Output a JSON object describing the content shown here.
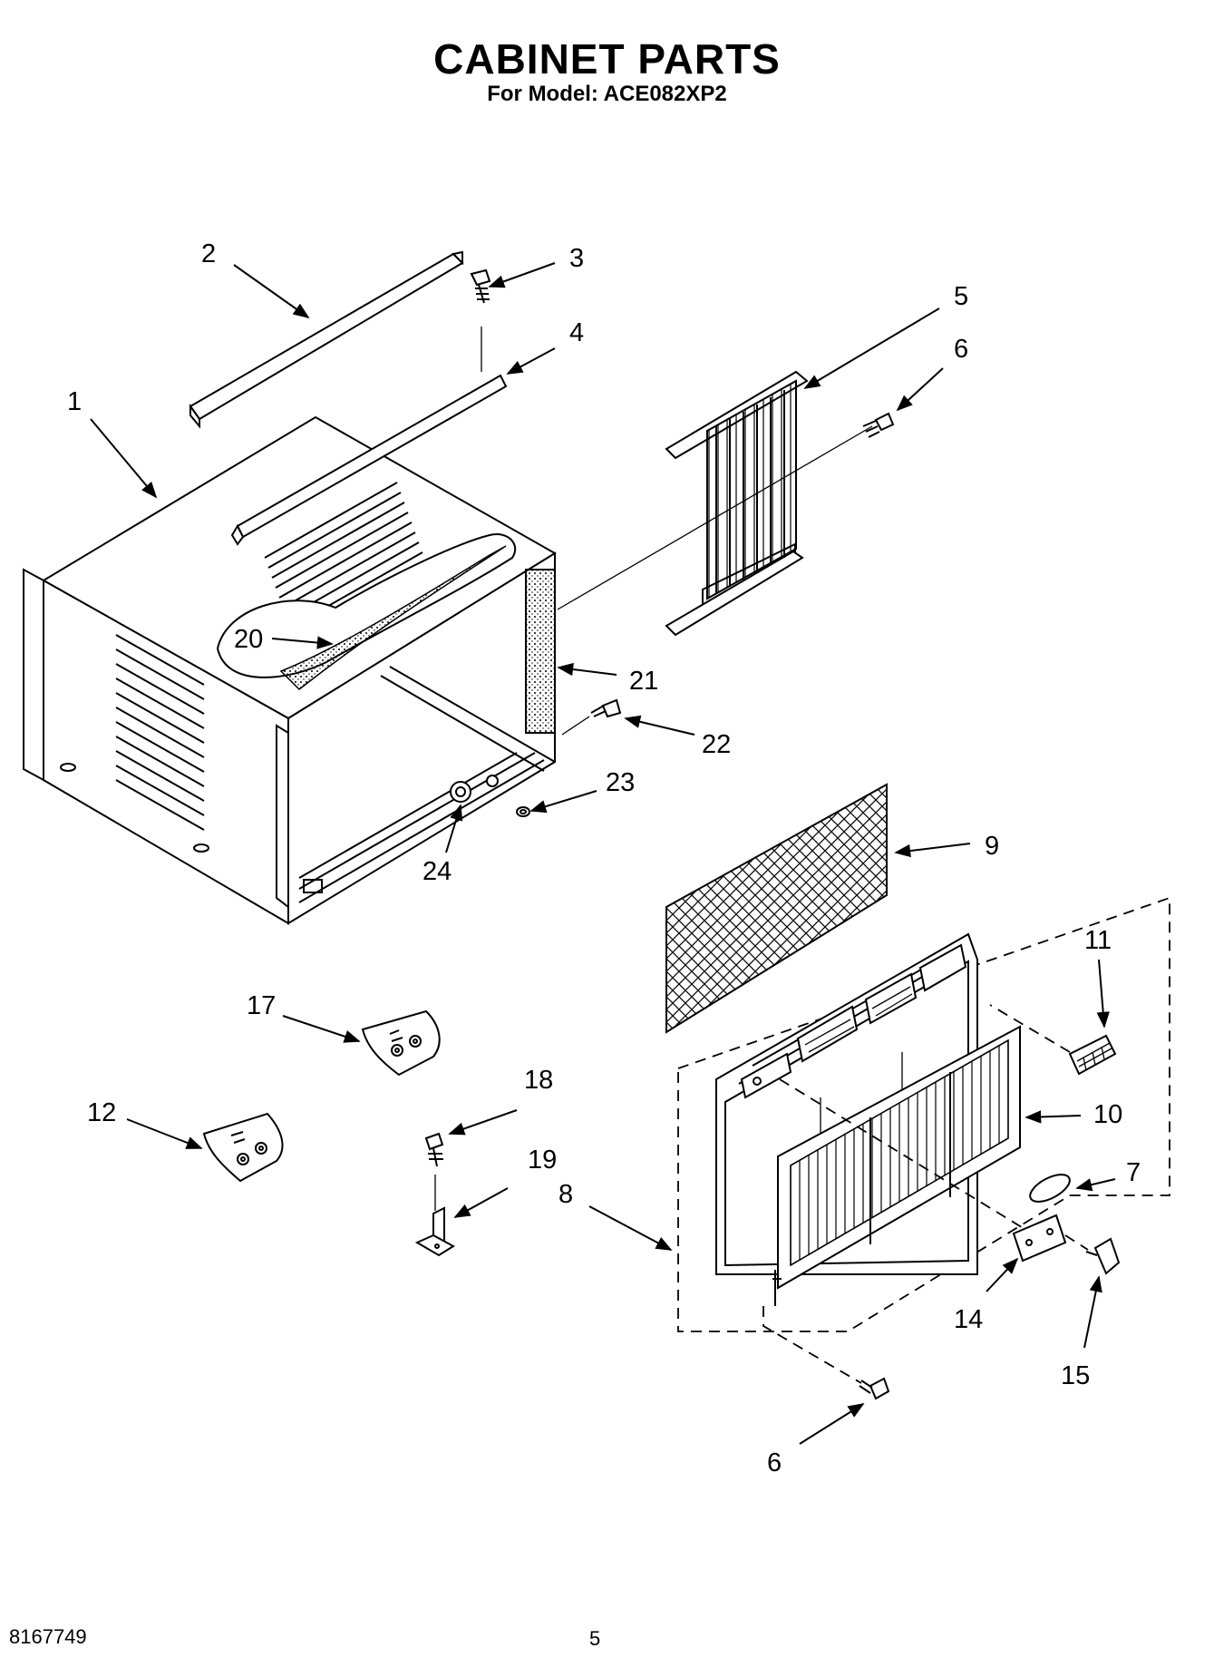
{
  "header": {
    "title": "CABINET PARTS",
    "subtitle": "For Model: ACE082XP2"
  },
  "footer": {
    "document_number": "8167749",
    "page_number": "5"
  },
  "callouts": [
    "1",
    "2",
    "3",
    "4",
    "5",
    "6",
    "6",
    "7",
    "8",
    "9",
    "10",
    "11",
    "12",
    "14",
    "15",
    "17",
    "18",
    "19",
    "20",
    "21",
    "22",
    "23",
    "24"
  ]
}
